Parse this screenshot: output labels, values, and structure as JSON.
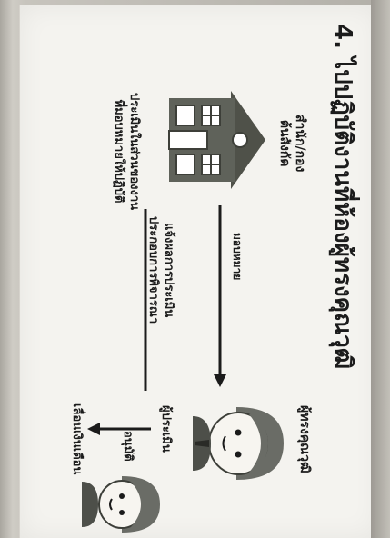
{
  "title": "4. ไปปฏิบัติงานที่ห้องผู้ทรงคุณวุฒิ",
  "office": {
    "label_line1": "สำนัก/กอง",
    "label_line2": "ต้นสังกัด",
    "desc_line1": "ประเมินในส่วนของงาน",
    "desc_line2": "ที่มอบหมายให้ปฏิบัติ"
  },
  "arrow_label": "มอบหมาย",
  "result": {
    "line1": "แจ้งผลการประเมิน",
    "line2": "ประกอบการพิจารณา"
  },
  "holder_label": "ผู้ทรงคุณวุฒิ",
  "evaluator_label": "ผู้ประเมิน",
  "approve_label": "อนุมัติ",
  "promoted_label": "เลื่อนเงินเดือน",
  "colors": {
    "building": "#5f625a",
    "window": "#ffffff",
    "roof": "#4f5149",
    "accent": "#1b1b1b"
  }
}
